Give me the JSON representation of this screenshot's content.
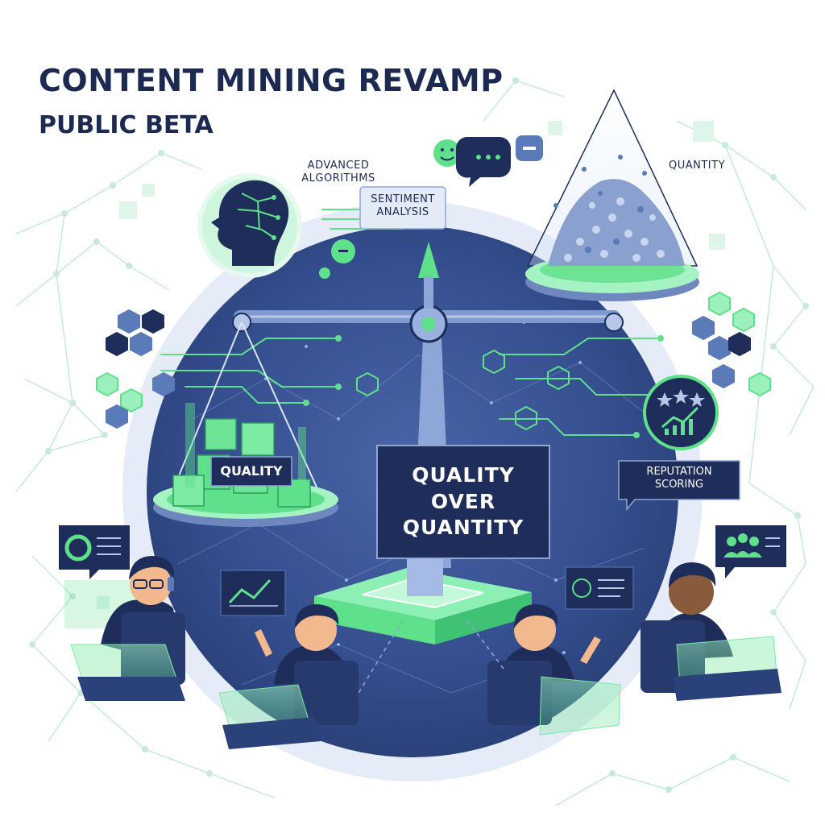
{
  "header": {
    "title": "CONTENT MINING REVAMP",
    "subtitle": "PUBLIC BETA"
  },
  "labels": {
    "advanced_algorithms": [
      "ADVANCED",
      "ALGORITHMS"
    ],
    "sentiment_analysis": [
      "SENTIMENT",
      "ANALYSIS"
    ],
    "quantity": "QUANTITY",
    "quality": "QUALITY",
    "reputation_scoring": [
      "REPUTATION",
      "SCORING"
    ]
  },
  "center_message": [
    "QUALITY",
    "OVER",
    "QUANTITY"
  ],
  "icons": {
    "brain": "ai-brain-icon",
    "sentiment": "emoji-chat-icon",
    "reputation": "star-rating-chart-icon",
    "scale": "balance-scale-icon",
    "users": "community-icon"
  },
  "colors": {
    "navy": "#1e2d5a",
    "blue": "#5a7ab8",
    "green": "#5fe08a",
    "light_blue": "#c9d8f2"
  }
}
